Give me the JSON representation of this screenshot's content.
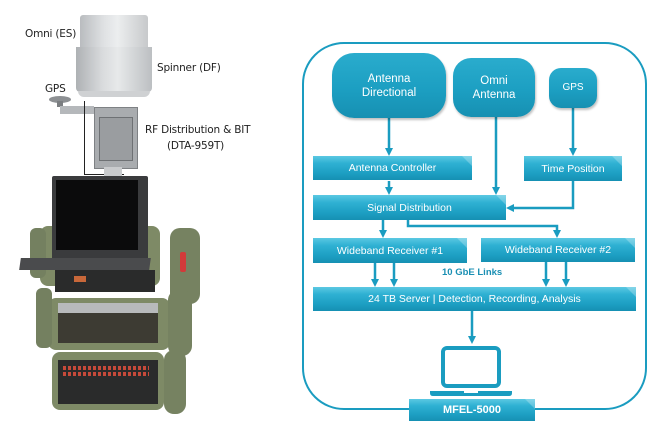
{
  "photo": {
    "labels": {
      "omni": "Omni (ES)",
      "spinner": "Spinner (DF)",
      "gps": "GPS",
      "rf_line1": "RF Distribution & BIT",
      "rf_line2": "(DTA-959T)"
    }
  },
  "diagram": {
    "colors": {
      "primary": "#1c9fc2",
      "border": "#1a9cc0",
      "label": "#1a8fb3"
    },
    "sources": [
      {
        "id": "antenna-directional",
        "line1": "Antenna",
        "line2": "Directional"
      },
      {
        "id": "omni-antenna",
        "line1": "Omni",
        "line2": "Antenna"
      },
      {
        "id": "gps",
        "line1": "GPS",
        "line2": ""
      }
    ],
    "blocks": {
      "antenna_controller": "Antenna Controller",
      "time_position": "Time Position",
      "signal_distribution": "Signal Distribution",
      "receiver_1": "Wideband Receiver #1",
      "receiver_2": "Wideband Receiver #2",
      "server": "24 TB Server | Detection, Recording, Analysis",
      "product": "MFEL-5000"
    },
    "links_label": "10 GbE Links",
    "icons": {
      "workstation": "laptop-icon"
    }
  }
}
